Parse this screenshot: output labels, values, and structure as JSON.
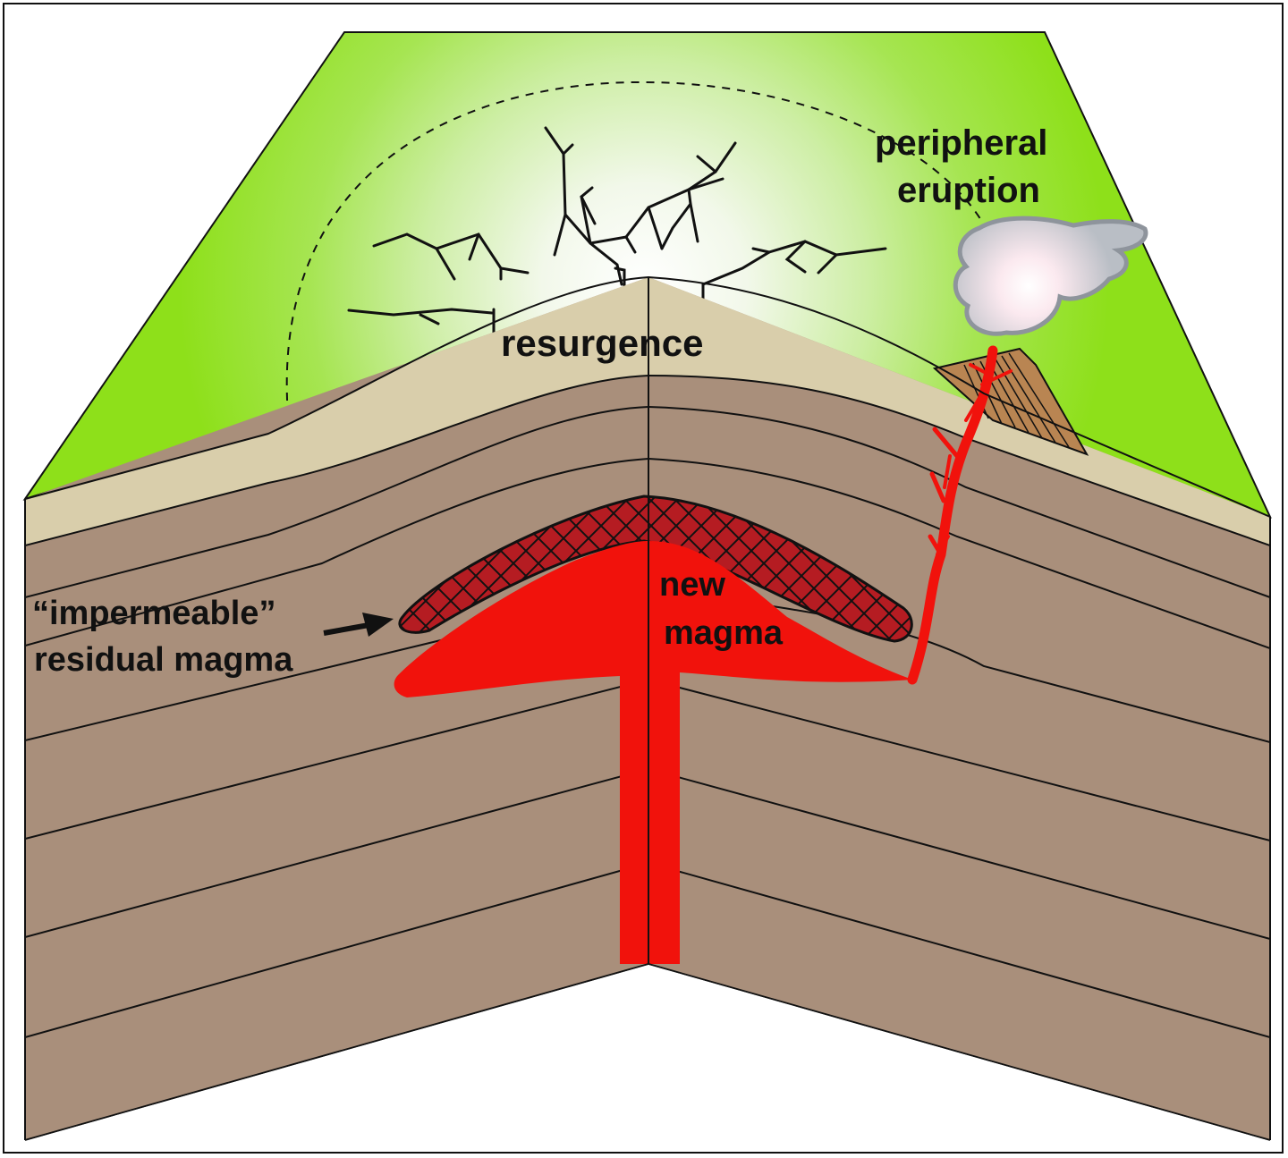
{
  "labels": {
    "resurgence": "resurgence",
    "peripheral_line1": "peripheral",
    "peripheral_line2": "eruption",
    "new_line1": "new",
    "new_line2": "magma",
    "impermeable_line1": "“impermeable”",
    "impermeable_line2": "residual magma"
  },
  "colors": {
    "surface_green": "#8ee01a",
    "glow_white": "#ffffff",
    "top_layer": "#d9ceab",
    "rock_layer": "#a98f7b",
    "new_magma": "#f1120c",
    "residual_magma": "#b51c22",
    "cone": "#b98552",
    "plume": "#b8bec6",
    "line": "#111111",
    "frame_bg": "#ffffff"
  },
  "icons": {
    "arrow": "arrow-right-icon",
    "plume": "eruption-cloud-icon",
    "cone": "volcano-cone-icon",
    "fractures": "fracture-network-icon"
  }
}
